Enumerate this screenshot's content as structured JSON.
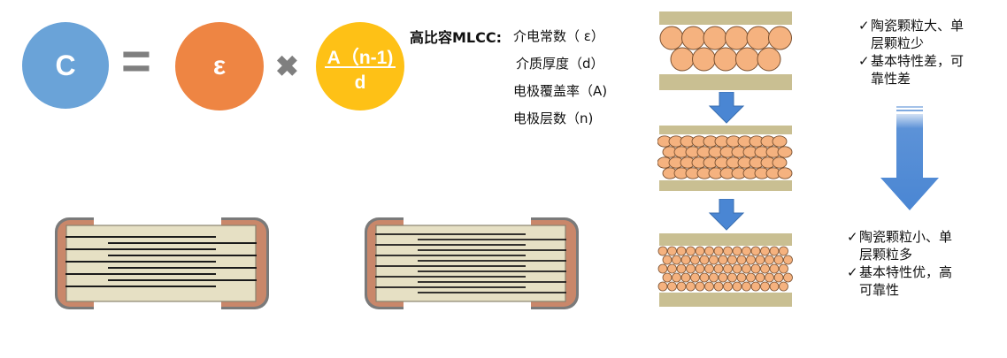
{
  "formula": {
    "capacitance_symbol": "C",
    "equals_sign": "=",
    "epsilon_symbol": "ε",
    "times_sign": "✖",
    "numerator": "A（n-1)",
    "denominator": "d"
  },
  "factors": {
    "title": "高比容MLCC:",
    "items": [
      "介电常数（ ε）",
      "介质厚度（d）",
      "电极覆盖率（A)",
      "电极层数（n)"
    ]
  },
  "notes": {
    "top": [
      {
        "check": "✓",
        "text": "陶瓷颗粒大、单",
        "indent": false
      },
      {
        "check": "",
        "text": "层颗粒少",
        "indent": true
      },
      {
        "check": "✓",
        "text": "基本特性差，可",
        "indent": false
      },
      {
        "check": "",
        "text": "靠性差",
        "indent": true
      }
    ],
    "bottom": [
      {
        "check": "✓",
        "text": "陶瓷颗粒小、单",
        "indent": false
      },
      {
        "check": "",
        "text": "层颗粒多",
        "indent": true
      },
      {
        "check": "✓",
        "text": "基本特性优，高",
        "indent": false
      },
      {
        "check": "",
        "text": "可靠性",
        "indent": true
      }
    ]
  },
  "colors": {
    "c_circle": "#6aa3d8",
    "eps_circle": "#ee8543",
    "frac_circle": "#fec116",
    "operator": "#7f7f7f",
    "arrow": "#4a86d3",
    "grain": "#f5b27f",
    "plate": "#c9bf92",
    "chip_body": "#e6e0c4",
    "chip_terminal": "#c9876a"
  },
  "icons": {
    "check": "check-icon",
    "down_arrow": "down-arrow-icon"
  }
}
